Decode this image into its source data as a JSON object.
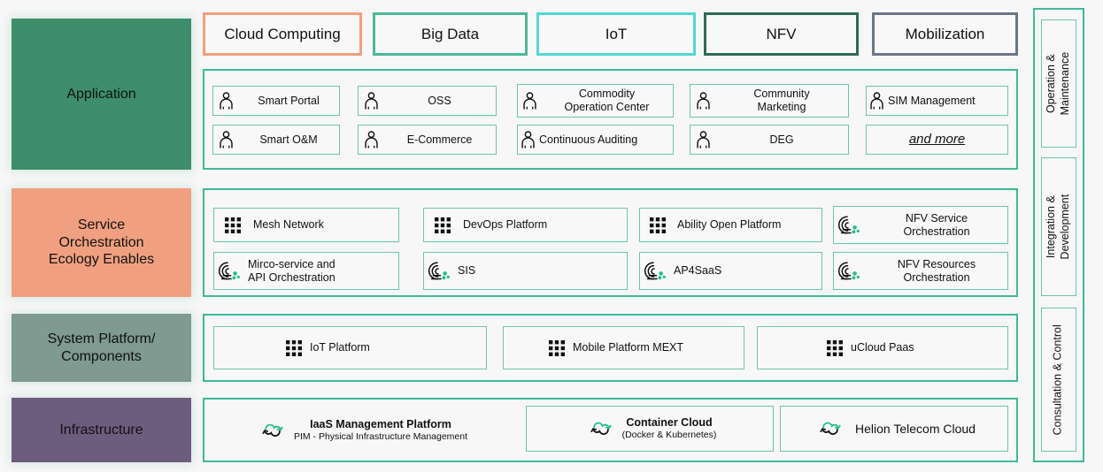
{
  "colors": {
    "teal_border": "#3fb99a",
    "cell_border": "#6ec3ae",
    "application_bg": "#3e8e6b",
    "service_bg": "#f0a080",
    "system_bg": "#7e9a91",
    "infrastructure_bg": "#6e5c7e",
    "tab_cloud": "#f0a080",
    "tab_bigdata": "#4cb99a",
    "tab_iot": "#4fd9d6",
    "tab_nfv": "#2e6b58",
    "tab_mobilization": "#6b7785",
    "icon_green": "#1fbf8f",
    "background": "#f7f7f7"
  },
  "layers": [
    {
      "id": "application",
      "label": "Application",
      "bg": "#3e8e6b",
      "tabs": [
        {
          "label": "Cloud Computing",
          "border": "#f0a080"
        },
        {
          "label": "Big Data",
          "border": "#4cb99a"
        },
        {
          "label": "IoT",
          "border": "#4fd9d6"
        },
        {
          "label": "NFV",
          "border": "#2e6b58"
        },
        {
          "label": "Mobilization",
          "border": "#6b7785"
        }
      ],
      "items": [
        {
          "label": "Smart Portal",
          "icon": "person-icon"
        },
        {
          "label": "OSS",
          "icon": "person-icon"
        },
        {
          "label": "Commodity\nOperation Center",
          "icon": "person-icon"
        },
        {
          "label": "Community\nMarketing",
          "icon": "person-icon"
        },
        {
          "label": "SIM Management",
          "icon": "person-icon"
        },
        {
          "label": "Smart O&M",
          "icon": "person-icon"
        },
        {
          "label": "E-Commerce",
          "icon": "person-icon"
        },
        {
          "label": "Continuous Auditing",
          "icon": "person-icon"
        },
        {
          "label": "DEG",
          "icon": "person-icon"
        },
        {
          "label": "and more",
          "icon": "none"
        }
      ]
    },
    {
      "id": "service-orchestration",
      "label": "Service\nOrchestration\nEcology Enables",
      "bg": "#f0a080",
      "items": [
        {
          "label": "Mesh Network",
          "icon": "grid-dots-icon"
        },
        {
          "label": "DevOps Platform",
          "icon": "grid-dots-icon"
        },
        {
          "label": "Ability Open Platform",
          "icon": "grid-dots-icon"
        },
        {
          "label": "NFV Service\nOrchestration",
          "icon": "orchestration-icon"
        },
        {
          "label": "Mirco-service and\nAPI Orchestration",
          "icon": "orchestration-icon"
        },
        {
          "label": "SIS",
          "icon": "orchestration-icon"
        },
        {
          "label": "AP4SaaS",
          "icon": "orchestration-icon"
        },
        {
          "label": "NFV Resources\nOrchestration",
          "icon": "orchestration-icon"
        }
      ]
    },
    {
      "id": "system-platform",
      "label": "System Platform/\nComponents",
      "bg": "#7e9a91",
      "items": [
        {
          "label": "IoT Platform",
          "icon": "grid-dots-icon"
        },
        {
          "label": "Mobile Platform MEXT",
          "icon": "grid-dots-icon"
        },
        {
          "label": "uCloud Paas",
          "icon": "grid-dots-icon"
        }
      ]
    },
    {
      "id": "infrastructure",
      "label": "Infrastructure",
      "bg": "#6e5c7e",
      "items": [
        {
          "label": "IaaS Management Platform",
          "sublabel": "PIM - Physical Infrastructure Management",
          "icon": "cloud-refresh-icon"
        },
        {
          "label": "Container Cloud",
          "sublabel": "(Docker & Kubernetes)",
          "icon": "cloud-refresh-icon"
        },
        {
          "label": "Helion Telecom Cloud",
          "sublabel": "",
          "icon": "cloud-refresh-icon"
        }
      ]
    }
  ],
  "right_rail": {
    "items": [
      {
        "label": "Operation &\nMaintenance"
      },
      {
        "label": "Integration &\nDevelopment"
      },
      {
        "label": "Consultation & Control"
      }
    ]
  }
}
